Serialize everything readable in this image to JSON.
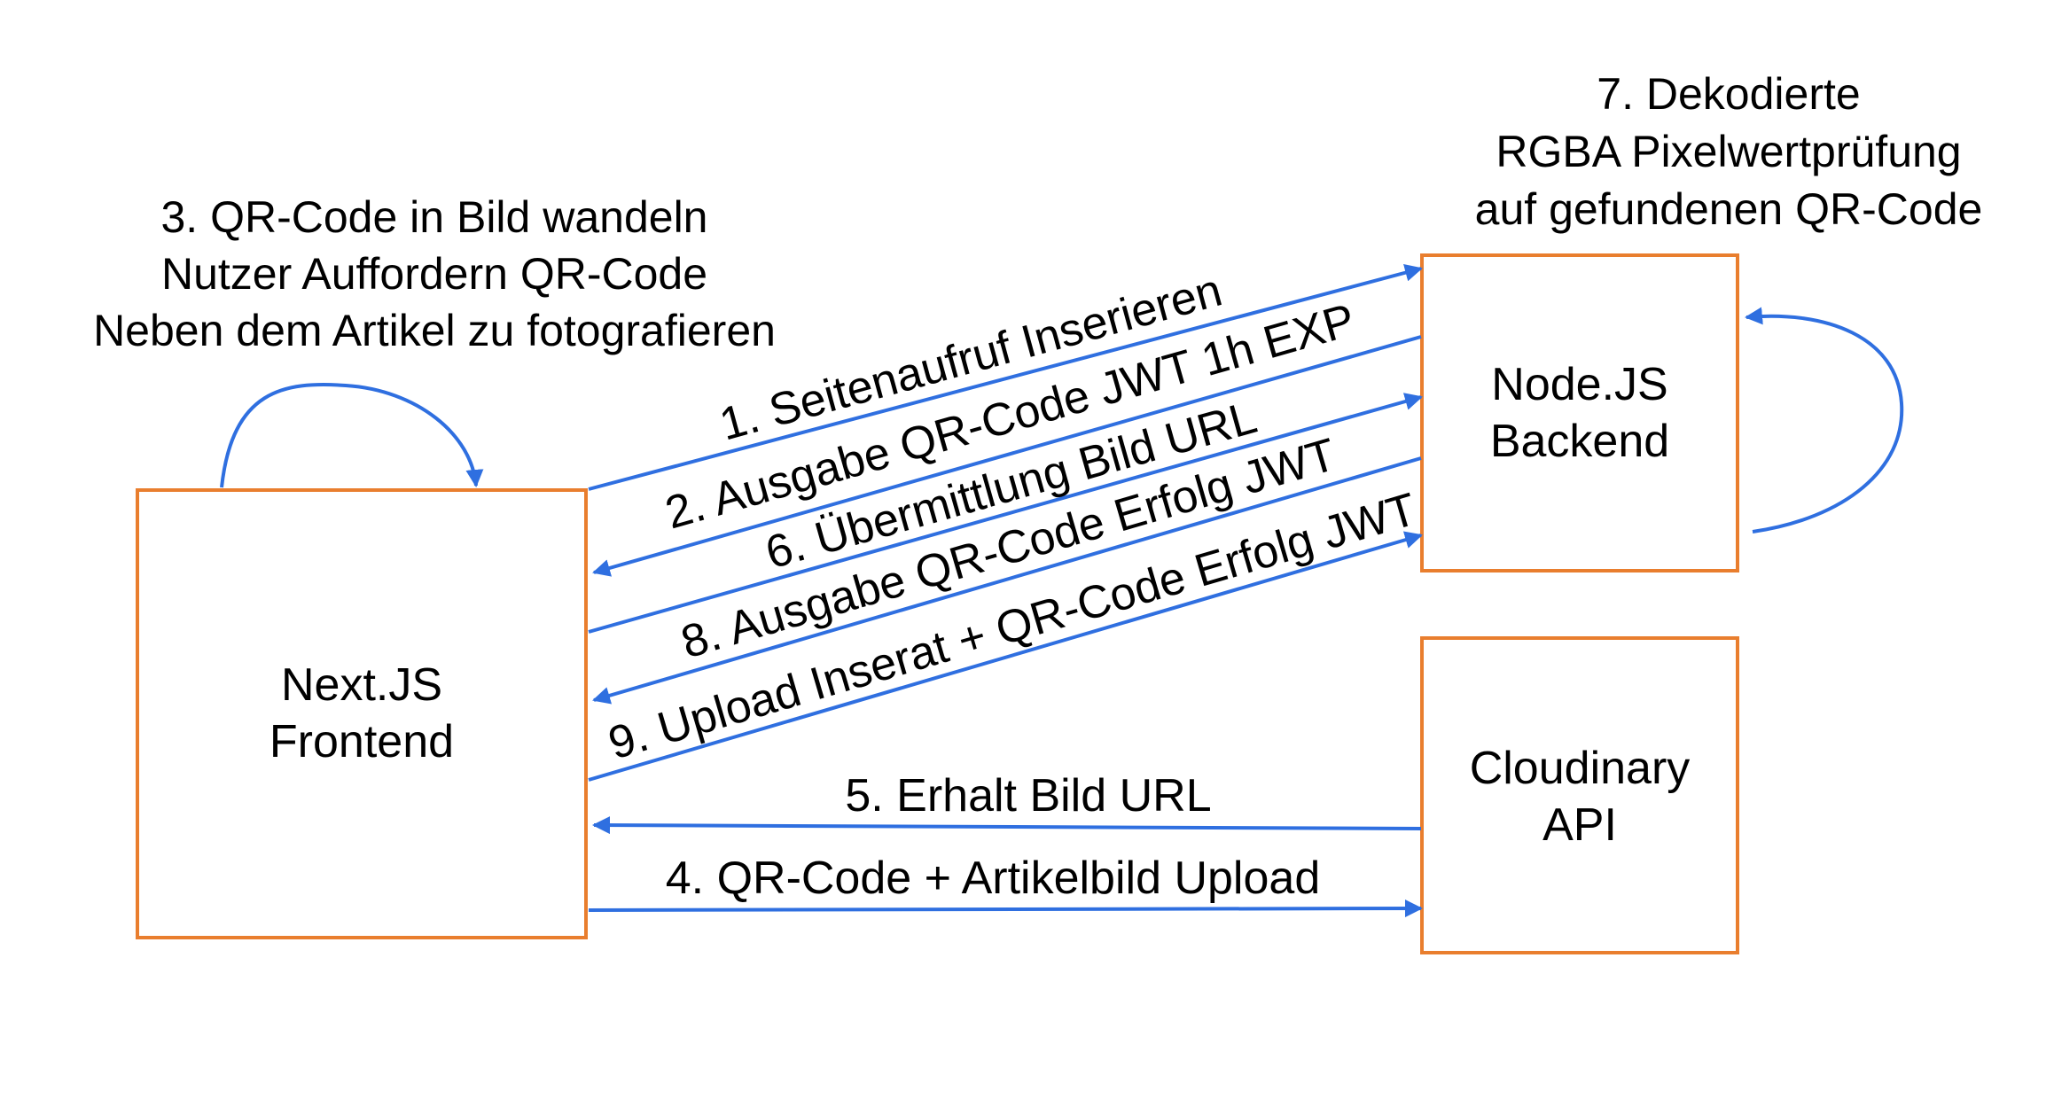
{
  "colors": {
    "box_stroke": "#E97E2E",
    "arrow": "#2F6FE0",
    "background": "#FFFFFF",
    "text": "#000000"
  },
  "nodes": {
    "frontend": {
      "line1": "Next.JS",
      "line2": "Frontend"
    },
    "backend": {
      "line1": "Node.JS",
      "line2": "Backend"
    },
    "cloudinary": {
      "line1": "Cloudinary",
      "line2": "API"
    }
  },
  "notes": {
    "step3": {
      "line1": "3. QR-Code in Bild wandeln",
      "line2": "Nutzer Auffordern QR-Code",
      "line3": "Neben dem Artikel zu fotografieren"
    },
    "step7": {
      "line1": "7. Dekodierte",
      "line2": "RGBA Pixelwertprüfung",
      "line3": "auf gefundenen QR-Code"
    }
  },
  "edges": {
    "step1": "1. Seitenaufruf Inserieren",
    "step2": "2. Ausgabe QR-Code JWT 1h EXP",
    "step6": "6. Übermittlung Bild URL",
    "step8": "8. Ausgabe QR-Code Erfolg JWT",
    "step9": "9. Upload Inserat + QR-Code Erfolg JWT",
    "step5": "5. Erhalt Bild URL",
    "step4": "4. QR-Code + Artikelbild Upload"
  }
}
